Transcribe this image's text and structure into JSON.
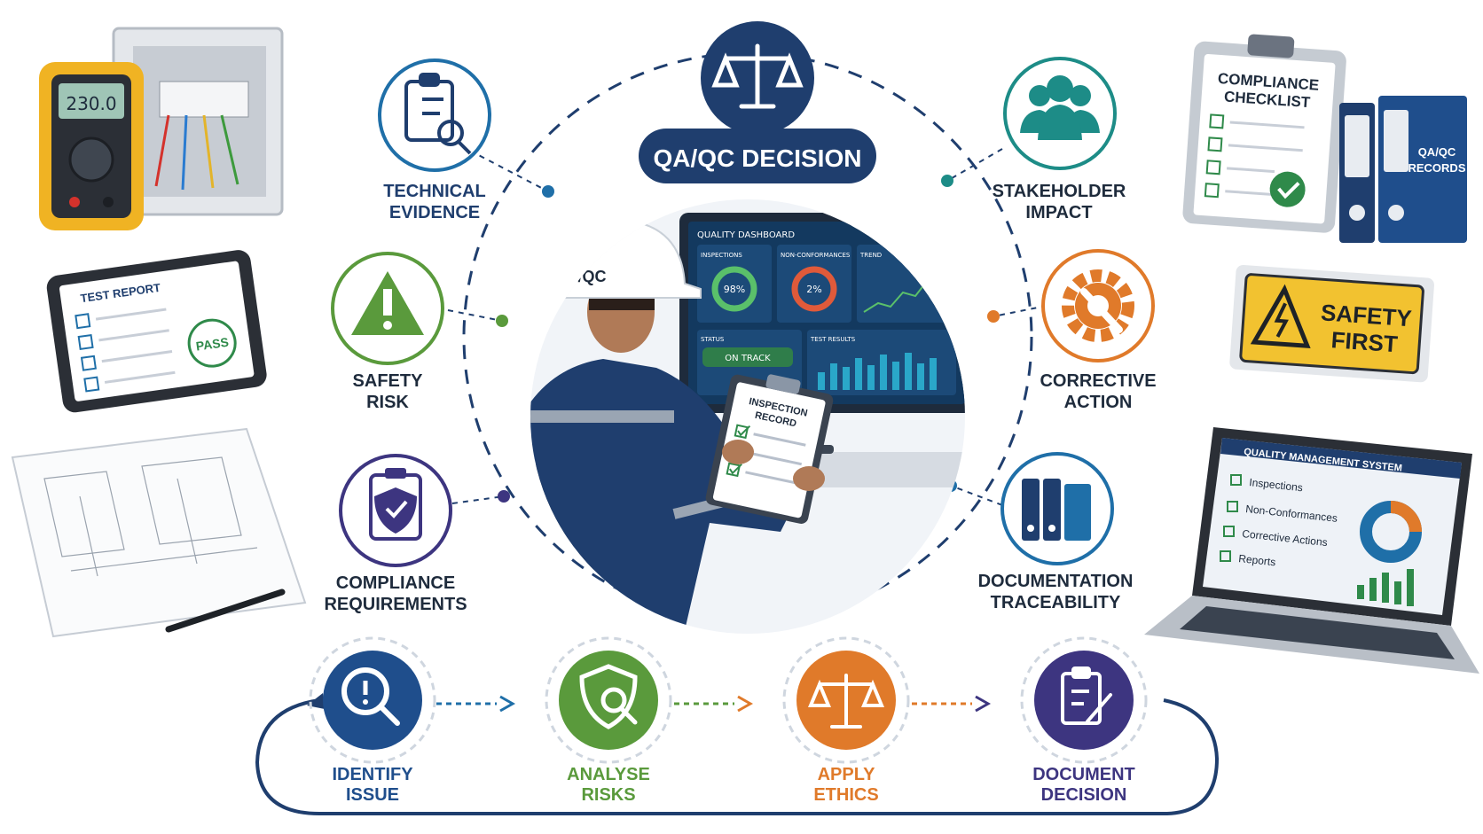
{
  "title": "QA/QC DECISION",
  "hardhat_text": "QA/QC",
  "factors": {
    "technical_evidence": [
      "TECHNICAL",
      "EVIDENCE"
    ],
    "stakeholder_impact": [
      "STAKEHOLDER",
      "IMPACT"
    ],
    "safety_risk": [
      "SAFETY",
      "RISK"
    ],
    "corrective_action": [
      "CORRECTIVE",
      "ACTION"
    ],
    "compliance_requirements": [
      "COMPLIANCE",
      "REQUIREMENTS"
    ],
    "documentation_traceability": [
      "DOCUMENTATION",
      "TRACEABILITY"
    ]
  },
  "process": [
    {
      "line1": "IDENTIFY",
      "line2": "ISSUE",
      "color": "#1f4e8c"
    },
    {
      "line1": "ANALYSE",
      "line2": "RISKS",
      "color": "#5a9a3c"
    },
    {
      "line1": "APPLY",
      "line2": "ETHICS",
      "color": "#e07a2a"
    },
    {
      "line1": "DOCUMENT",
      "line2": "DECISION",
      "color": "#3d3580"
    }
  ],
  "multimeter": {
    "reading": "230.0"
  },
  "tablet": {
    "title": "TEST REPORT",
    "stamp": "PASS"
  },
  "checklist": {
    "line1": "COMPLIANCE",
    "line2": "CHECKLIST"
  },
  "binders": {
    "line1": "QA/QC",
    "line2": "RECORDS"
  },
  "safety_sign": {
    "line1": "SAFETY",
    "line2": "FIRST"
  },
  "dashboard": {
    "title": "QUALITY DASHBOARD",
    "inspections_label": "INSPECTIONS",
    "inspections_value": "98%",
    "nc_label": "NON-CONFORMANCES",
    "nc_value": "2%",
    "trend_label": "TREND",
    "status_label": "STATUS",
    "status_value": "ON TRACK",
    "test_label": "TEST RESULTS"
  },
  "inspection_record": {
    "line1": "INSPECTION",
    "line2": "RECORD"
  },
  "qms": {
    "title": "QUALITY MANAGEMENT SYSTEM",
    "items": [
      "Inspections",
      "Non-Conformances",
      "Corrective Actions",
      "Reports"
    ]
  },
  "colors": {
    "navy": "#1f3e6e",
    "blue": "#1f6fa8",
    "teal": "#1d8c87",
    "green": "#5a9a3c",
    "orange": "#e07a2a",
    "purple": "#3d3580",
    "yellow": "#f2c230"
  }
}
